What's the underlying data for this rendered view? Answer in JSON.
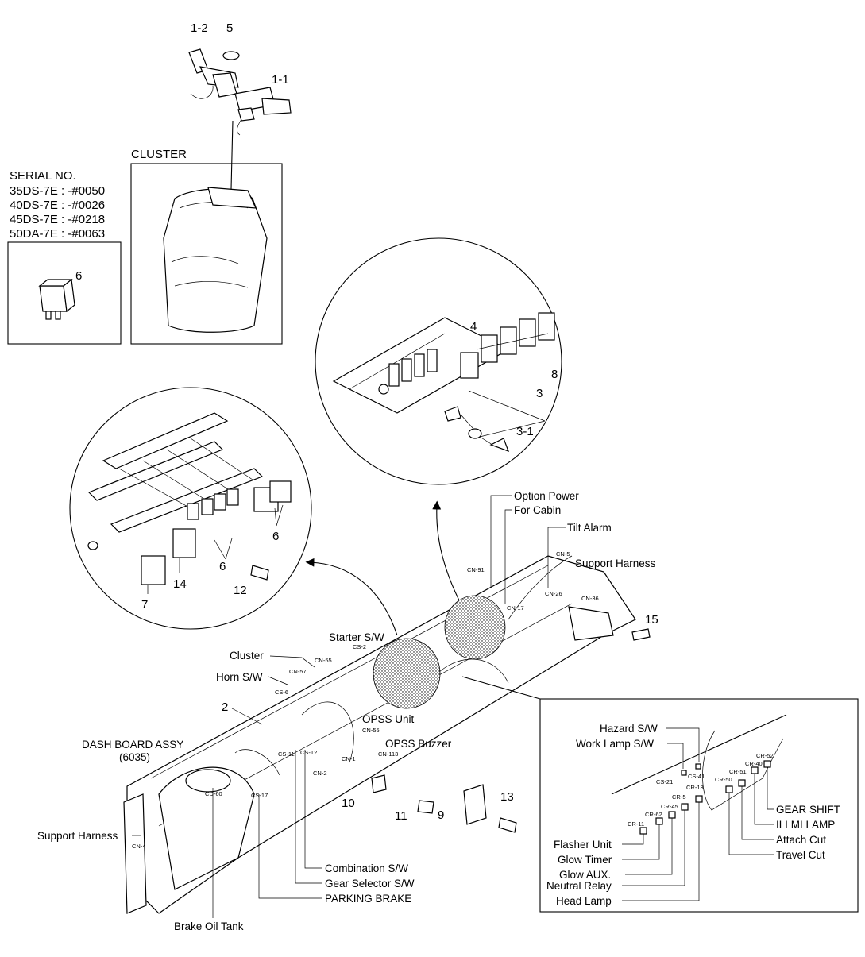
{
  "diagram": {
    "part_callouts": {
      "p1_2": "1-2",
      "p5": "5",
      "p1_1": "1-1",
      "p6_serial": "6",
      "p4": "4",
      "p8": "8",
      "p3": "3",
      "p3_1": "3-1",
      "p6_a": "6",
      "p6_b": "6",
      "p14": "14",
      "p7": "7",
      "p12": "12",
      "p15": "15",
      "p2": "2",
      "p10": "10",
      "p11": "11",
      "p9": "9",
      "p13": "13"
    },
    "cluster_title": "CLUSTER",
    "serial": {
      "title": "SERIAL NO.",
      "lines": [
        "35DS-7E : -#0050",
        "40DS-7E : -#0026",
        "45DS-7E : -#0218",
        "50DA-7E : -#0063"
      ]
    },
    "harness_labels": {
      "option_power": "Option Power",
      "for_cabin": "For Cabin",
      "tilt_alarm": "Tilt Alarm",
      "support_harness_top": "Support Harness",
      "starter_sw": "Starter S/W",
      "cluster": "Cluster",
      "horn_sw": "Horn S/W",
      "opss_unit": "OPSS Unit",
      "opss_buzzer": "OPSS Buzzer",
      "dash_board_assy": "DASH BOARD ASSY",
      "dash_board_code": "(6035)",
      "support_harness_left": "Support Harness",
      "combination_sw": "Combination S/W",
      "gear_selector_sw": "Gear Selector S/W",
      "parking_brake": "PARKING BRAKE",
      "brake_oil_tank": "Brake Oil Tank"
    },
    "connectors": {
      "cn91": "CN-91",
      "cn5": "CN-5",
      "cn26": "CN-26",
      "cn36": "CN-36",
      "cn17": "CN-17",
      "cs2": "CS-2",
      "cn55": "CN-55",
      "cn57": "CN-57",
      "cs6": "CS-6",
      "cn55b": "CN-55",
      "cn113": "CN-113",
      "cs11": "CS-11",
      "cs12": "CS-12",
      "cn2": "CN-2",
      "cn1": "CN-1",
      "cd60": "CD-60",
      "cs17": "CS-17",
      "cn4": "CN-4"
    },
    "inset": {
      "hazard_sw": "Hazard S/W",
      "work_lamp_sw": "Work Lamp S/W",
      "gear_shift": "GEAR SHIFT",
      "illmi_lamp": "ILLMI LAMP",
      "attach_cut": "Attach Cut",
      "travel_cut": "Travel Cut",
      "flasher_unit": "Flasher Unit",
      "glow_timer": "Glow Timer",
      "glow_aux": "Glow AUX.",
      "neutral_relay": "Neutral Relay",
      "head_lamp": "Head Lamp",
      "codes": {
        "cs21": "CS-21",
        "cs41": "CS-41",
        "cr13": "CR-13",
        "cr5": "CR-5",
        "cr45": "CR-45",
        "cr62": "CR-62",
        "cr11": "CR-11",
        "cr50": "CR-50",
        "cr51": "CR-51",
        "cr40": "CR-40",
        "cr52": "CR-52"
      }
    }
  }
}
